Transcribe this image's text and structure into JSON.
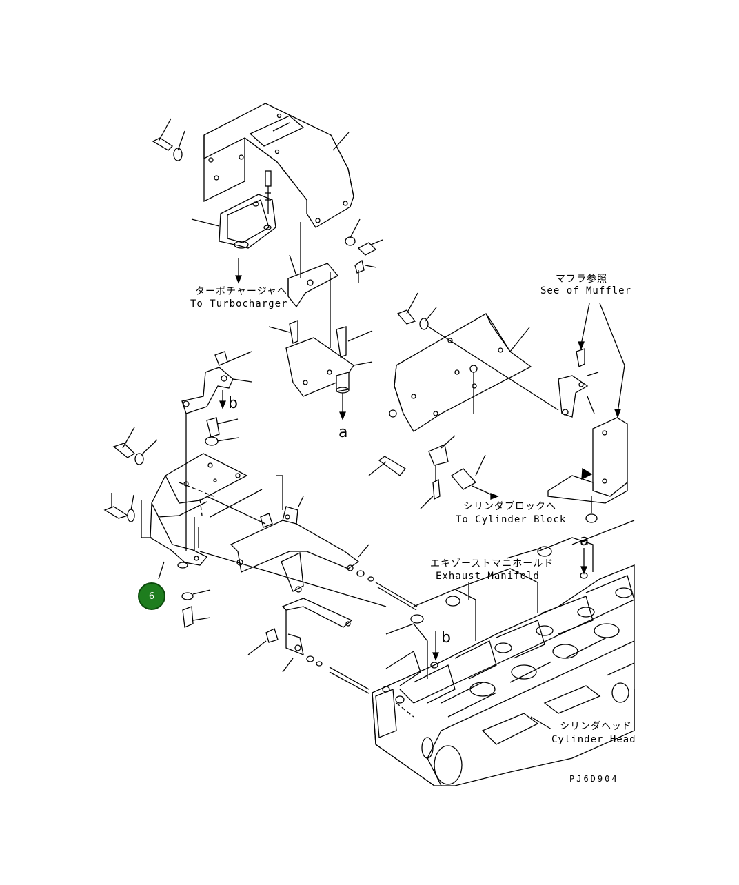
{
  "labels": {
    "turbo_jp": "ターボチャージャヘ",
    "turbo_en": "To Turbocharger",
    "muffler_jp": "マフラ参照",
    "muffler_en": "See of Muffler",
    "cylblock_jp": "シリンダブロックへ",
    "cylblock_en": "To Cylinder Block",
    "exhaust_jp": "エキゾーストマニホールド",
    "exhaust_en": "Exhaust Manifold",
    "cylhead_jp": "シリンダヘッド",
    "cylhead_en": "Cylinder Head"
  },
  "refs": {
    "a_top": "a",
    "b_top": "b",
    "a_head": "a",
    "b_head": "b"
  },
  "callout": {
    "number": "6",
    "color": "#1e7d1e"
  },
  "drawing_code": "PJ6D904"
}
